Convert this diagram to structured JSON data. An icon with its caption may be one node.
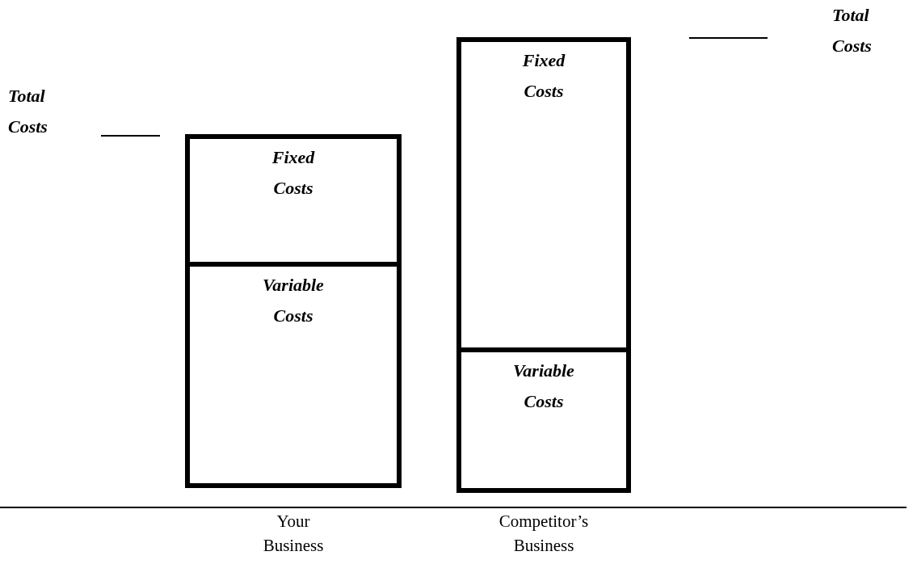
{
  "diagram": {
    "nodes": [
      {
        "text": [
          "Fixed Costs"
        ]
      },
      {
        "text": [
          "Variable Costs"
        ]
      },
      {
        "text": [
          "Fixed Costs"
        ]
      },
      {
        "text": [
          "Variable Costs"
        ]
      }
    ],
    "labels": [
      "Total Costs",
      "Total Costs",
      "Your Business",
      "Competitor’s Business"
    ]
  }
}
